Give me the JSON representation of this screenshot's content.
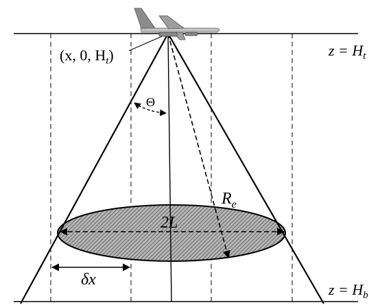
{
  "labels": {
    "source_point": "(x, 0, H",
    "source_point_sub": "t",
    "source_point_close": ")",
    "top_plane": "z = H",
    "top_plane_sub": "t",
    "bottom_plane": "z = H",
    "bottom_plane_sub": "b",
    "angle": "Θ",
    "radius": "R",
    "radius_sub": "e",
    "diameter": "2L",
    "spacing": "δx"
  },
  "colors": {
    "line": "#000000",
    "ellipse_fill": "#9a9a9a",
    "background": "#ffffff"
  }
}
